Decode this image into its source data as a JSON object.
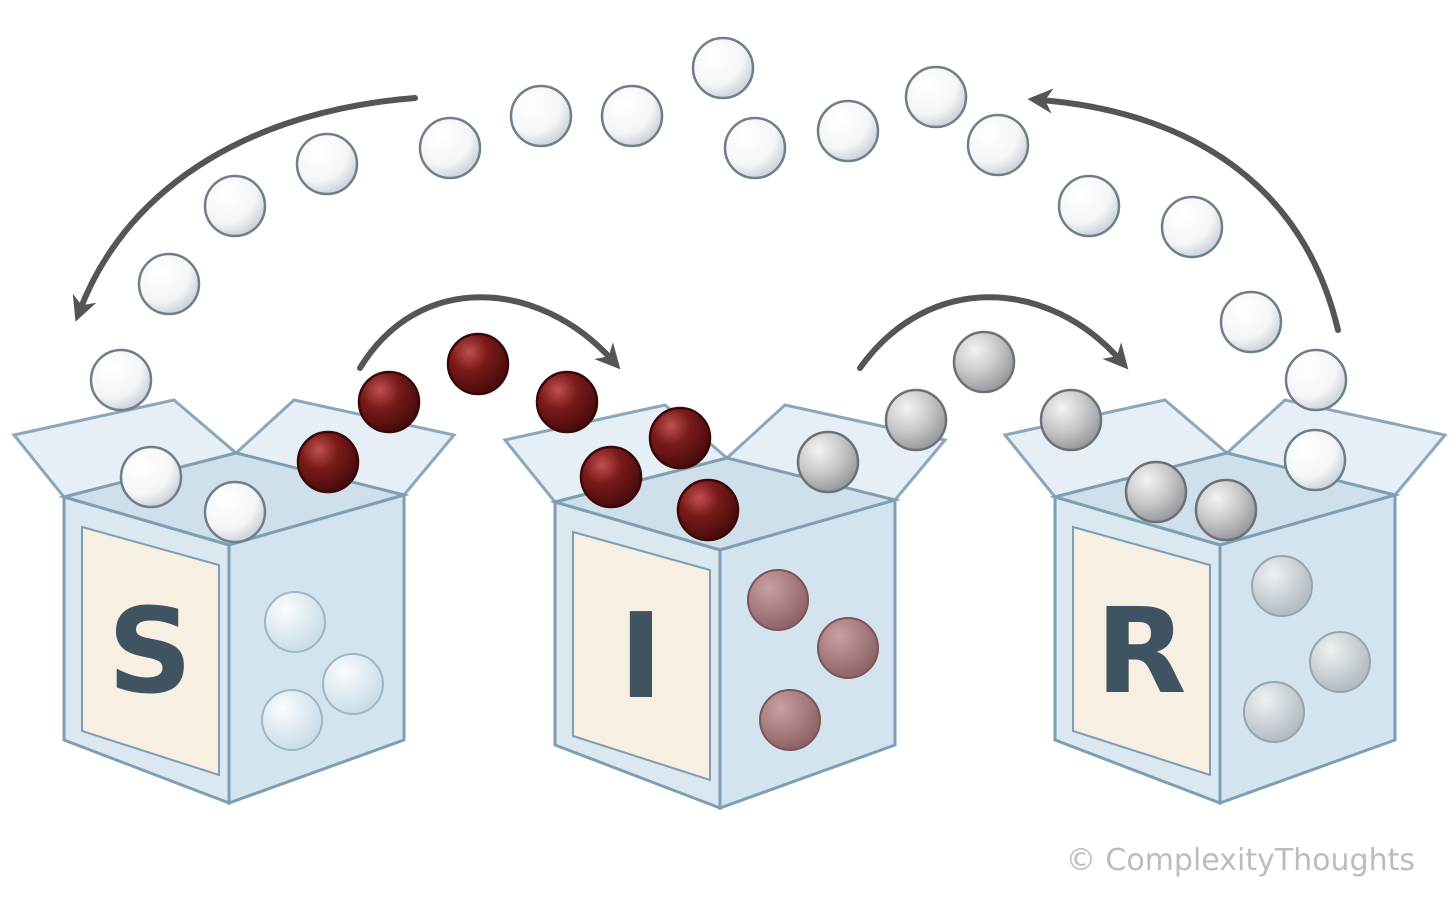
{
  "boxes": {
    "susceptible": {
      "letter": "S"
    },
    "infected": {
      "letter": "I"
    },
    "recovered": {
      "letter": "R"
    }
  },
  "colors": {
    "susceptible_ball": "#f6f8f9",
    "infected_ball": "#7a1a1a",
    "recovered_ball": "#c7c9cb",
    "box_glass": "#dbe8f0",
    "box_edge": "#7e9eb4",
    "label_card": "#f7efe2",
    "arrow": "#555555",
    "letter": "#3f5361"
  },
  "arrows": [
    {
      "name": "infection-arrow",
      "from": "S",
      "to": "I"
    },
    {
      "name": "recovery-arrow",
      "from": "I",
      "to": "R"
    },
    {
      "name": "waning-immunity-arrow",
      "from": "R",
      "to": "S"
    }
  ],
  "credit": "© ComplexityThoughts"
}
